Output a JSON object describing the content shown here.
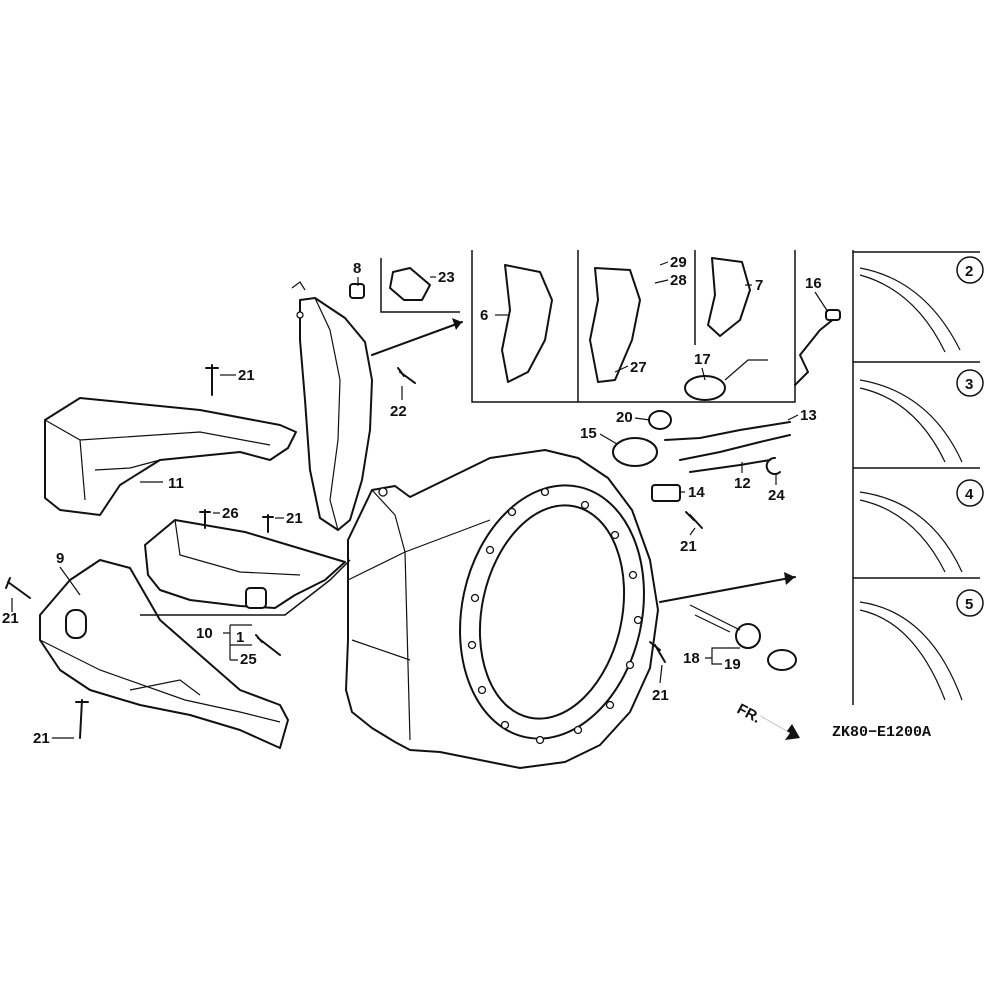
{
  "diagram_code": "ZK80−E1200A",
  "front_marker": "FR.",
  "callouts": {
    "c1": "1",
    "c6": "6",
    "c7": "7",
    "c8": "8",
    "c9": "9",
    "c10": "10",
    "c11": "11",
    "c12": "12",
    "c13": "13",
    "c14": "14",
    "c15": "15",
    "c16": "16",
    "c17": "17",
    "c18": "18",
    "c19": "19",
    "c20": "20",
    "c21": "21",
    "c22": "22",
    "c23": "23",
    "c24": "24",
    "c25": "25",
    "c26": "26",
    "c27": "27",
    "c28": "28",
    "c29": "29"
  },
  "variants": [
    "2",
    "3",
    "4",
    "5"
  ]
}
